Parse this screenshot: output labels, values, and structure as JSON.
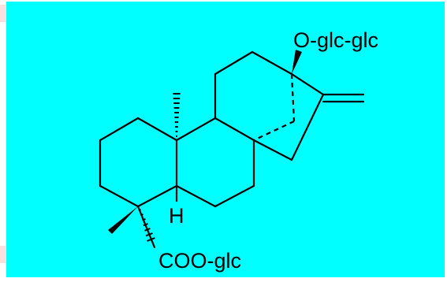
{
  "molecule": {
    "labels": {
      "top_substituent": "O-glc-glc",
      "bottom_substituent": "COO-glc",
      "hydrogen": "H"
    },
    "colors": {
      "background": "#00ffff",
      "bond": "#000000",
      "accent": "#f6c9c9"
    }
  }
}
